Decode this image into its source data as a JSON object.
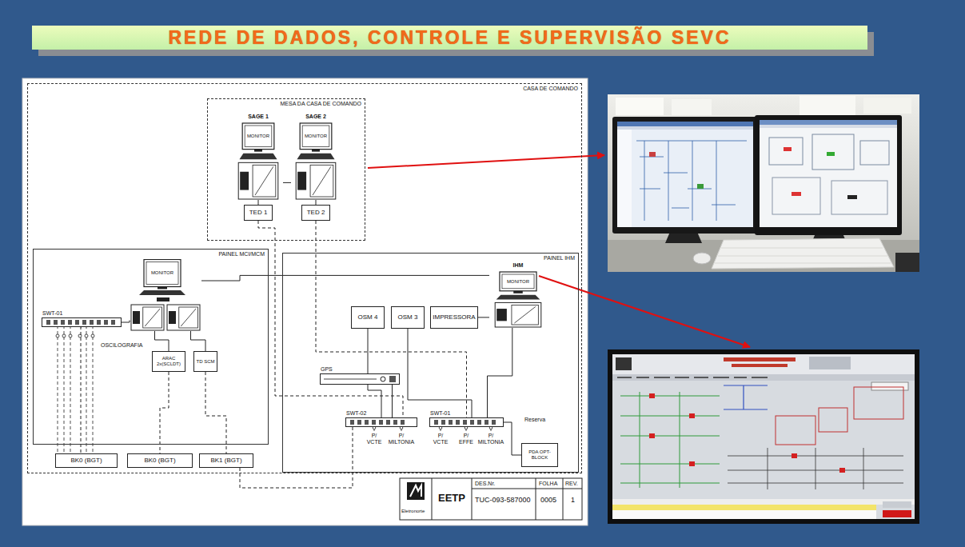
{
  "diagram": {
    "title": "REDE DE DADOS, CONTROLE E SUPERVISÃO SEVC",
    "nodes": [
      {
        "text": [
          "CASA DE COMANDO"
        ]
      },
      {
        "text": [
          "MESA DA CASA DE COMANDO"
        ],
        "in": 0
      },
      {
        "text": [
          "SAGE 1",
          "MONITOR"
        ],
        "in": 1
      },
      {
        "text": [
          "SAGE 2",
          "MONITOR"
        ],
        "in": 1
      },
      {
        "text": [
          "TED 1"
        ],
        "in": 1
      },
      {
        "text": [
          "TED 2"
        ],
        "in": 1
      },
      {
        "text": [
          "PAINEL MCI/MCM"
        ],
        "in": 0
      },
      {
        "text": [
          "SWT-01"
        ],
        "in": 6
      },
      {
        "text": [
          "MONITOR"
        ],
        "in": 6
      },
      {
        "text": [
          "ARAC 2x(SCLDT)"
        ],
        "in": 6
      },
      {
        "text": [
          "TD SCM"
        ],
        "in": 6
      },
      {
        "text": [
          "PAINEL IHM"
        ],
        "in": 0
      },
      {
        "text": [
          "IHM",
          "MONITOR"
        ],
        "in": 11
      },
      {
        "text": [
          "OSM 4"
        ],
        "in": 11
      },
      {
        "text": [
          "OSM 3"
        ],
        "in": 11
      },
      {
        "text": [
          "IMPRESSORA"
        ],
        "in": 11
      },
      {
        "text": [
          "GPS"
        ],
        "in": 11
      },
      {
        "text": [
          "SWT-02"
        ],
        "in": 11
      },
      {
        "text": [
          "SWT-01"
        ],
        "in": 11
      },
      {
        "text": [
          "PDA OPT-BLOCK"
        ],
        "in": 11
      },
      {
        "text": [
          "BK0 (BGT)"
        ],
        "in": 0
      },
      {
        "text": [
          "BK0 (BGT)"
        ],
        "in": 0
      },
      {
        "text": [
          "BK1 (BGT)"
        ],
        "in": 0
      }
    ],
    "edges": [
      {
        "from": 2,
        "to": 3,
        "arrow": "none"
      },
      {
        "from": 2,
        "to": 4,
        "arrow": "none"
      },
      {
        "from": 3,
        "to": 5,
        "arrow": "none"
      },
      {
        "from": 4,
        "to": 17,
        "arrow": "none"
      },
      {
        "from": 5,
        "to": 18,
        "arrow": "none"
      },
      {
        "from": 13,
        "to": 17,
        "arrow": "none"
      },
      {
        "from": 14,
        "to": 18,
        "arrow": "none"
      },
      {
        "from": 12,
        "to": 18,
        "arrow": "none"
      },
      {
        "from": 15,
        "to": 12,
        "arrow": "none"
      },
      {
        "from": 16,
        "to": 17,
        "arrow": "none"
      },
      {
        "from": 18,
        "to": 19,
        "arrow": "none"
      },
      {
        "from": 12,
        "to": 8,
        "arrow": "none"
      },
      {
        "from": 8,
        "to": 7,
        "arrow": "none"
      },
      {
        "from": 8,
        "to": 9,
        "arrow": "none"
      },
      {
        "from": 8,
        "to": 10,
        "arrow": "none"
      },
      {
        "from": 7,
        "to": 20,
        "arrow": "none"
      },
      {
        "from": 9,
        "to": 21,
        "arrow": "none"
      },
      {
        "from": 10,
        "to": 22,
        "arrow": "none"
      },
      {
        "from": 17,
        "to": 22,
        "arrow": "none"
      }
    ],
    "labels": [
      "OSCILOGRAFIA",
      "P/ VCTE",
      "P/ MILTONIA",
      "P/ VCTE",
      "P/ EFFE",
      "P/ MILTONIA",
      "Reserva",
      "Eletronorte",
      "EETP",
      "DES.Nr.",
      "TUC-093-587000",
      "FOLHA",
      "0005",
      "REV.",
      "1"
    ]
  }
}
